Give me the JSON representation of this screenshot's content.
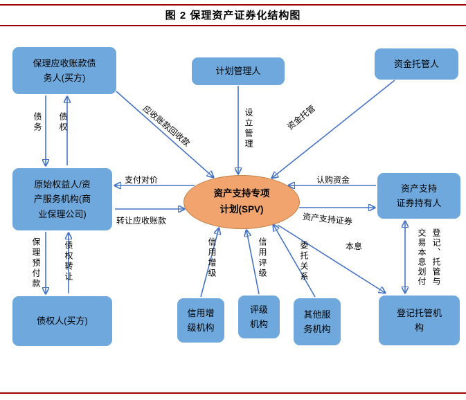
{
  "figure": {
    "title": "图 2 保理资产证券化结构图"
  },
  "colors": {
    "box_fill": "#6FA8DC",
    "spv_fill": "#F2A46E",
    "arrow": "#4472C4",
    "rule": "#A00000"
  },
  "nodes": {
    "debtor": "保理应收账款债\n务人(买方)",
    "plan_manager": "计划管理人",
    "fund_custodian": "资金托管人",
    "originator": "原始权益人/资\n产服务机构(商\n业保理公司)",
    "spv": "资产支持专项\n计划(SPV)",
    "holders": "资产支持\n证券持有人",
    "creditor": "债权人(买方)",
    "credit_enhancer": "信用增\n级机构",
    "rating_agency": "评级\n机构",
    "other_service": "其他服\n务机构",
    "registry": "登记托管机\n构"
  },
  "edges": {
    "debt": "债务",
    "claim": "债权",
    "collection": "应收账款回收款",
    "setup_manage": "设立管理",
    "fund_custody": "资金托管",
    "pay_consideration": "支付对价",
    "transfer_receivables": "转让应收账款",
    "subscription_funds": "认购资金",
    "abs": "资产支持证券",
    "factoring_advance": "保理预付款",
    "claim_transfer": "债权转让",
    "credit_enhancement": "信用增级",
    "credit_rating": "信用评级",
    "entrust_relation": "委托关系",
    "principal_interest": "本息",
    "registry_custody_transfer": "登记、托管与交易本息划付"
  }
}
